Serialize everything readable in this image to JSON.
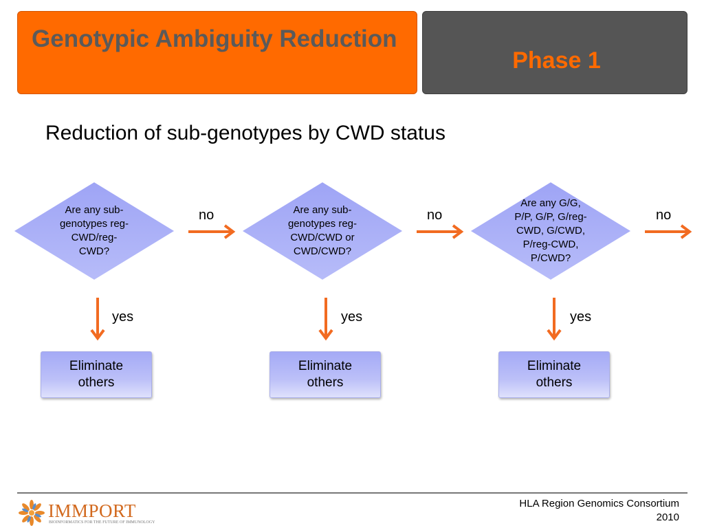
{
  "header": {
    "title": "Genotypic Ambiguity Reduction",
    "phase": "Phase 1"
  },
  "subtitle": "Reduction of sub-genotypes by CWD status",
  "diagram": {
    "decisions": [
      {
        "text": "Are any sub-\ngenotypes reg-\nCWD/reg-\nCWD?",
        "no_label": "no",
        "yes_label": "yes",
        "result": "Eliminate\nothers"
      },
      {
        "text": "Are any sub-\ngenotypes reg-\nCWD/CWD or\nCWD/CWD?",
        "no_label": "no",
        "yes_label": "yes",
        "result": "Eliminate\nothers"
      },
      {
        "text": "Are any G/G,\nP/P, G/P, G/reg-\nCWD, G/CWD,\nP/reg-CWD,\nP/CWD?",
        "no_label": "no",
        "yes_label": "yes",
        "result": "Eliminate\nothers"
      }
    ],
    "colors": {
      "diamond_fill": "#a9aef7",
      "arrow": "#f26b21",
      "header_orange": "#ff6a00",
      "header_gray": "#555555"
    }
  },
  "footer": {
    "consortium": "HLA Region Genomics Consortium",
    "year": "2010",
    "logo_name": "IMMPORT",
    "logo_tagline": "BIOINFORMATICS FOR THE FUTURE OF IMMUNOLOGY"
  }
}
